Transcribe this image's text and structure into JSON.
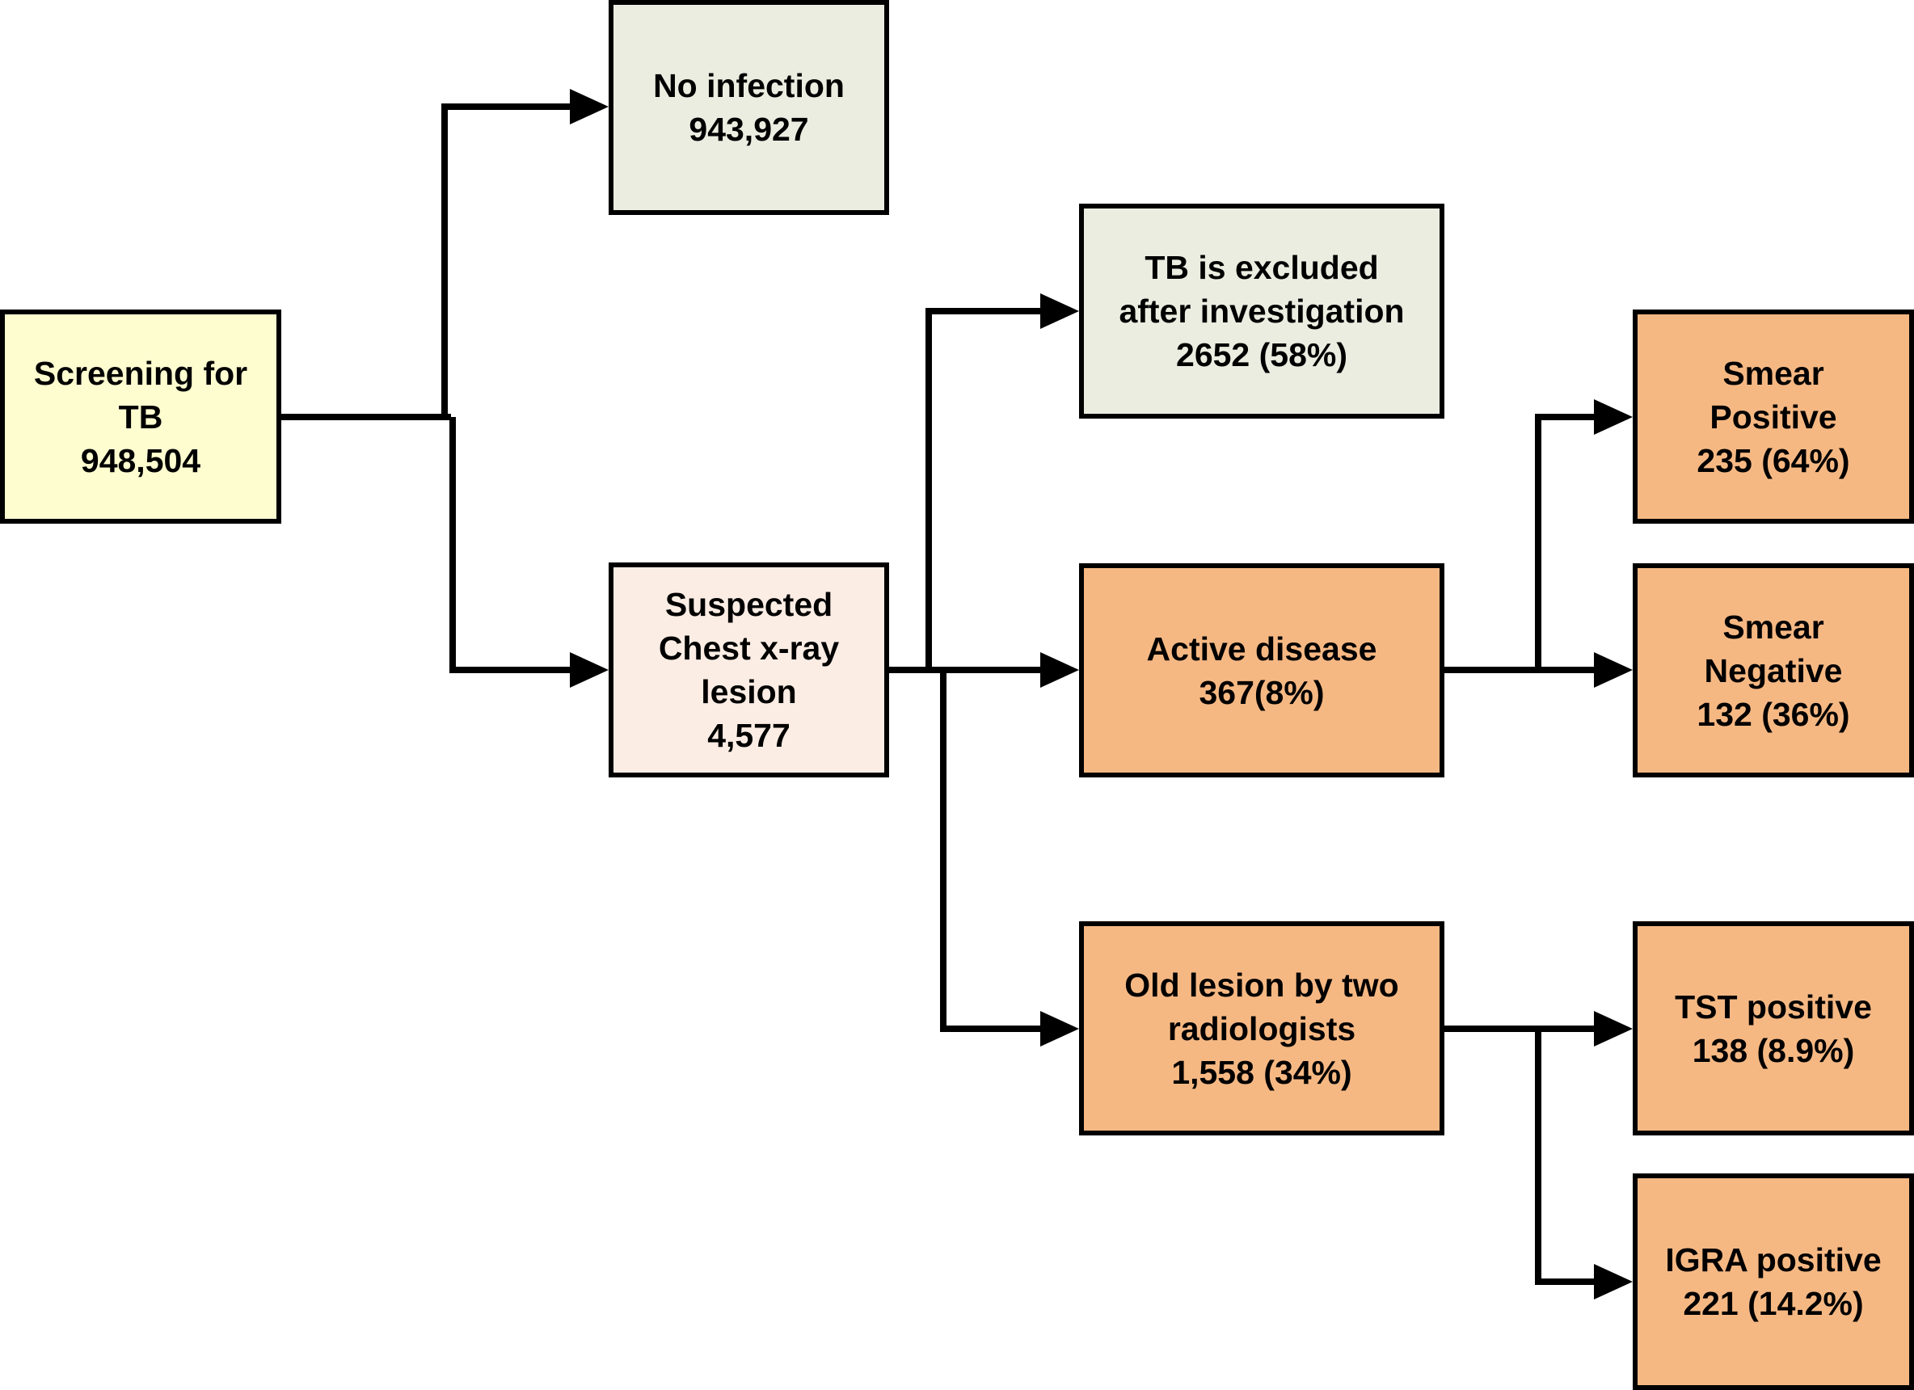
{
  "colors": {
    "screening": "#fefdd0",
    "neutral": "#ecede1",
    "suspected": "#fbede4",
    "outcome": "#f6b883",
    "line": "#000000"
  },
  "nodes": {
    "screening": {
      "lines": [
        "Screening for",
        "TB",
        "948,504"
      ]
    },
    "no_infection": {
      "lines": [
        "No infection",
        "943,927"
      ]
    },
    "suspected": {
      "lines": [
        "Suspected",
        "Chest x-ray",
        "lesion",
        "4,577"
      ]
    },
    "tb_excluded": {
      "lines": [
        "TB is excluded",
        "after investigation",
        "2652 (58%)"
      ]
    },
    "active_disease": {
      "lines": [
        "Active disease",
        "367(8%)"
      ]
    },
    "old_lesion": {
      "lines": [
        "Old lesion by two",
        "radiologists",
        "1,558 (34%)"
      ]
    },
    "smear_positive": {
      "lines": [
        "Smear",
        "Positive",
        "235 (64%)"
      ]
    },
    "smear_negative": {
      "lines": [
        "Smear",
        "Negative",
        "132 (36%)"
      ]
    },
    "tst_positive": {
      "lines": [
        "TST positive",
        "138 (8.9%)"
      ]
    },
    "igra_positive": {
      "lines": [
        "IGRA positive",
        "221 (14.2%)"
      ]
    }
  },
  "edges": [
    {
      "from": "screening",
      "to": "no_infection"
    },
    {
      "from": "screening",
      "to": "suspected"
    },
    {
      "from": "suspected",
      "to": "tb_excluded"
    },
    {
      "from": "suspected",
      "to": "active_disease"
    },
    {
      "from": "suspected",
      "to": "old_lesion"
    },
    {
      "from": "active_disease",
      "to": "smear_positive"
    },
    {
      "from": "active_disease",
      "to": "smear_negative"
    },
    {
      "from": "old_lesion",
      "to": "tst_positive"
    },
    {
      "from": "old_lesion",
      "to": "igra_positive"
    }
  ]
}
